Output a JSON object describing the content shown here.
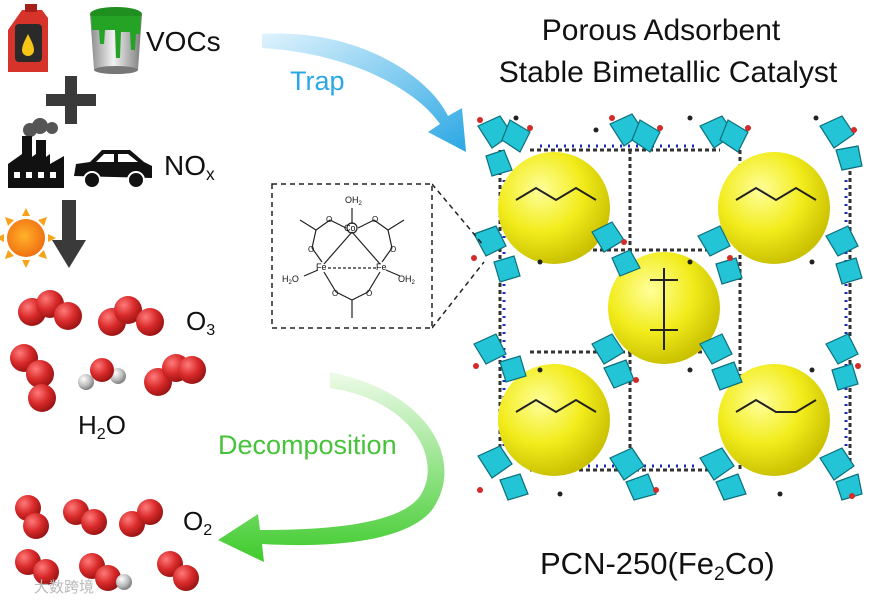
{
  "labels": {
    "vocs": "VOCs",
    "nox_main": "NO",
    "nox_sub": "x",
    "o3_main": "O",
    "o3_sub": "3",
    "h2o_h": "H",
    "h2o_sub": "2",
    "h2o_o": "O",
    "o2_main": "O",
    "o2_sub": "2",
    "trap": "Trap",
    "decomposition": "Decomposition"
  },
  "title": {
    "line1": "Porous Adsorbent",
    "line2": "Stable Bimetallic Catalyst"
  },
  "material": {
    "prefix": "PCN-250(Fe",
    "sub": "2",
    "suffix": "Co)"
  },
  "cluster": {
    "oh2_top": "OH",
    "oh2_top_sub": "2",
    "h2o_left": "H",
    "h2o_left_sub": "2",
    "h2o_left_o": "O",
    "oh2_right": "OH",
    "oh2_right_sub": "2",
    "co": "Co",
    "fe1": "Fe",
    "fe2": "Fe",
    "o": "O"
  },
  "watermark": "大数跨境",
  "colors": {
    "trap_arrow": "#2aa7e4",
    "decomposition_arrow": "#3ecb2c",
    "sphere": "#f2ec1c",
    "polyhedra": "#22c4d6",
    "oxygen_ball": "#d42a2a",
    "fuel_can": "#d6332b"
  },
  "icons": [
    "fuel-can-icon",
    "paint-bucket-icon",
    "plus-icon",
    "factory-icon",
    "car-icon",
    "sun-icon",
    "down-arrow-icon"
  ]
}
